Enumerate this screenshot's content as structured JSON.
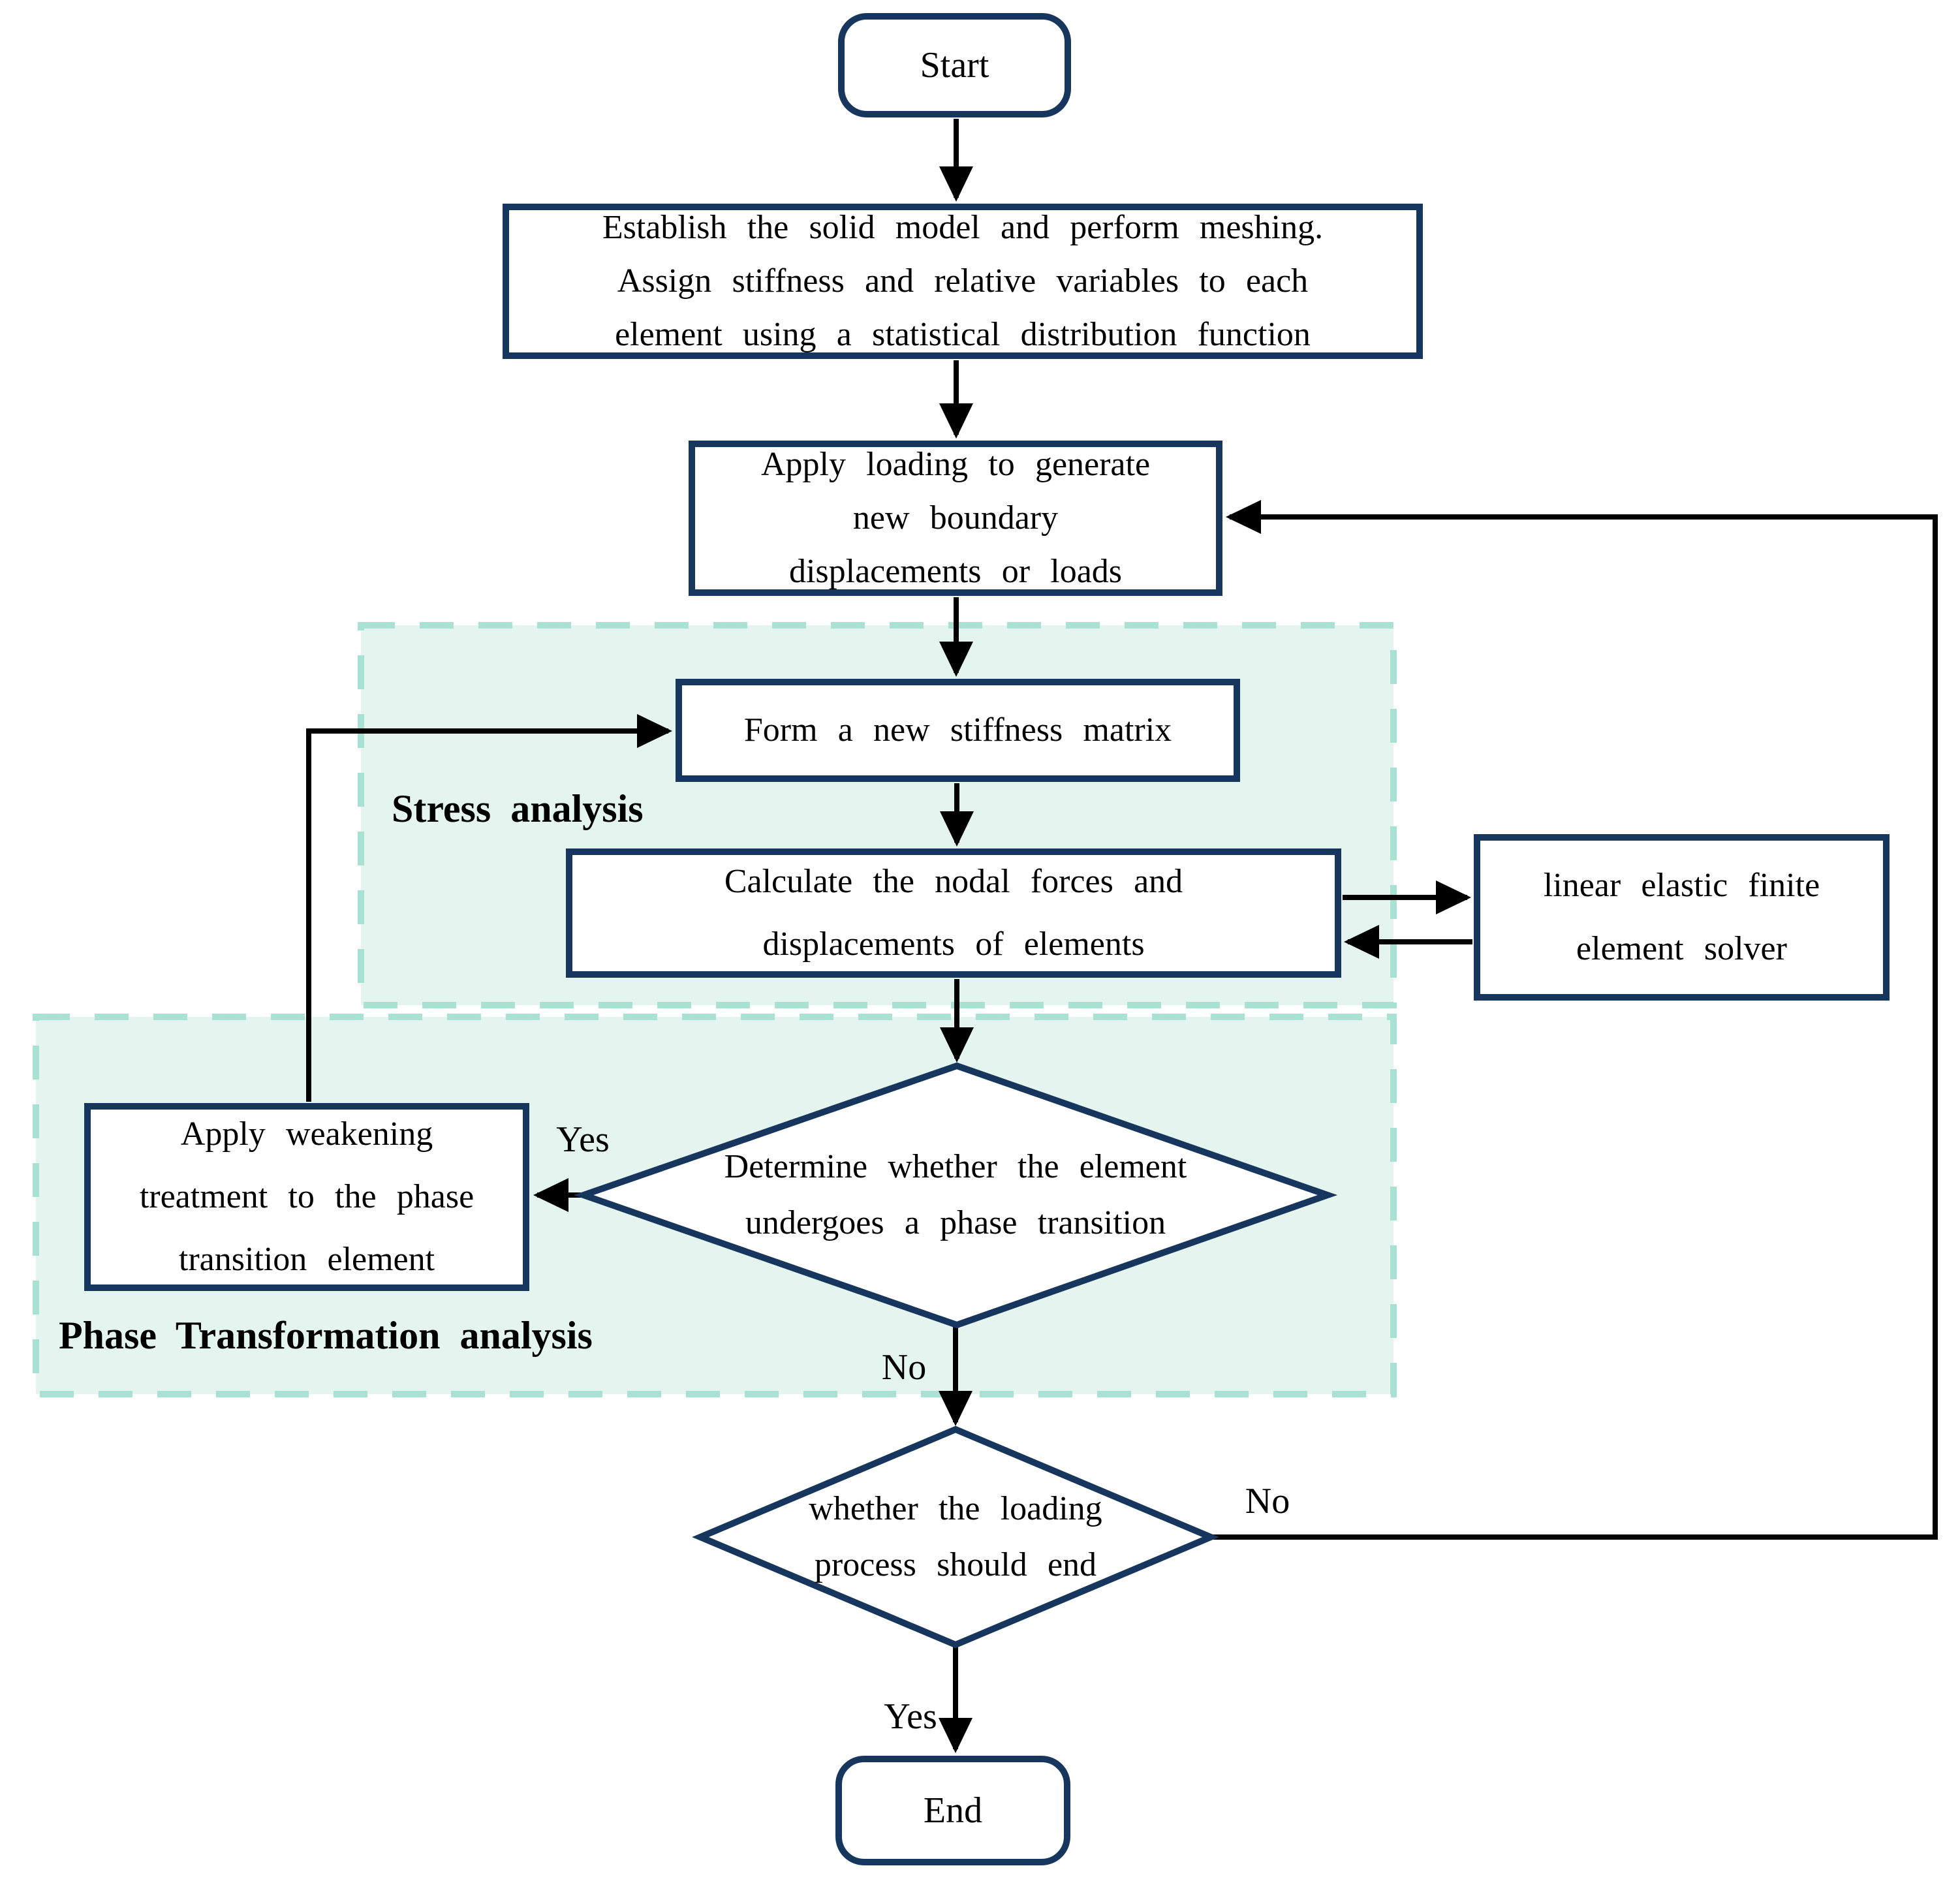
{
  "palette": {
    "node_border": "#17365d",
    "node_fill": "#ffffff",
    "region_fill": "#e4f4ef",
    "region_border": "#a9e2d2",
    "arrow": "#000000",
    "text": "#000000"
  },
  "nodes": {
    "start": {
      "label": "Start"
    },
    "establish": {
      "lines": [
        "Establish the solid model and perform meshing.",
        "Assign stiffness and relative variables to each",
        "element using a statistical distribution function"
      ]
    },
    "apply_loading": {
      "lines": [
        "Apply loading to generate",
        "new boundary",
        "displacements or loads"
      ]
    },
    "form_matrix": {
      "label": "Form a new stiffness matrix"
    },
    "calculate": {
      "lines": [
        "Calculate the nodal forces and",
        "displacements of elements"
      ]
    },
    "solver": {
      "lines": [
        "linear elastic finite",
        "element solver"
      ]
    },
    "weakening": {
      "lines": [
        "Apply weakening",
        "treatment to the phase",
        "transition element"
      ]
    },
    "decision_phase": {
      "lines": [
        "Determine whether the element",
        "undergoes a phase transition"
      ]
    },
    "decision_loading": {
      "lines": [
        "whether the loading",
        "process should end"
      ]
    },
    "end": {
      "label": "End"
    }
  },
  "regions": {
    "stress": {
      "label": "Stress analysis"
    },
    "phase": {
      "label": "Phase Transformation analysis"
    }
  },
  "edge_labels": {
    "yes_phase": "Yes",
    "no_phase": "No",
    "no_loading": "No",
    "yes_loading": "Yes"
  }
}
